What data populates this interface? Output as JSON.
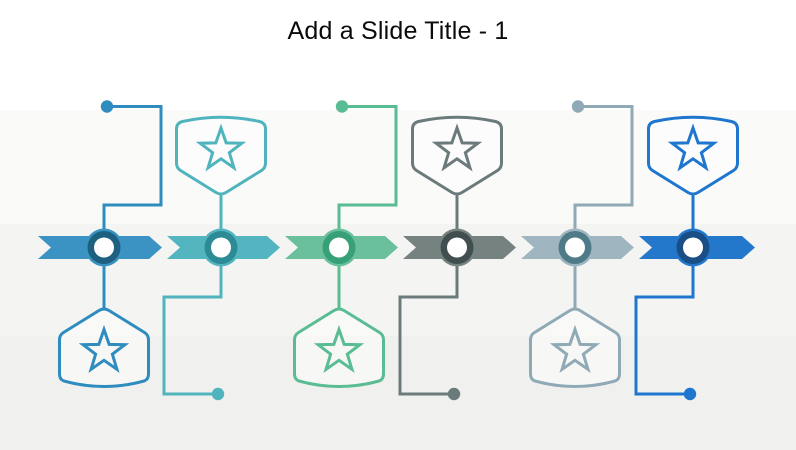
{
  "slide": {
    "title": "Add a Slide Title - 1",
    "background_bands": [
      "#ffffff",
      "#fafaf9",
      "#f4f4f3",
      "#f0f0ef"
    ]
  },
  "timeline": {
    "type": "process-chevron-timeline",
    "direction": "left-to-right",
    "step_count": 6,
    "steps": [
      {
        "name": "step-1",
        "badge_position": "bottom",
        "icon": "star",
        "colors": {
          "band": "#3A93C2",
          "ring": "#1D6080",
          "accent": "#2E8CBF"
        }
      },
      {
        "name": "step-2",
        "badge_position": "top",
        "icon": "star",
        "colors": {
          "band": "#52B5BF",
          "ring": "#2C8B94",
          "accent": "#4FB4BE"
        }
      },
      {
        "name": "step-3",
        "badge_position": "bottom",
        "icon": "star",
        "colors": {
          "band": "#6ABF9D",
          "ring": "#37A077",
          "accent": "#5ABC92"
        }
      },
      {
        "name": "step-4",
        "badge_position": "top",
        "icon": "star",
        "colors": {
          "band": "#75827F",
          "ring": "#414E4F",
          "accent": "#6B7A7B"
        }
      },
      {
        "name": "step-5",
        "badge_position": "bottom",
        "icon": "star",
        "colors": {
          "band": "#9FB6C1",
          "ring": "#4F7B88",
          "accent": "#8FA9B6"
        }
      },
      {
        "name": "step-6",
        "badge_position": "top",
        "icon": "star",
        "colors": {
          "band": "#2478CC",
          "ring": "#194E87",
          "accent": "#1E76CF"
        }
      }
    ]
  }
}
